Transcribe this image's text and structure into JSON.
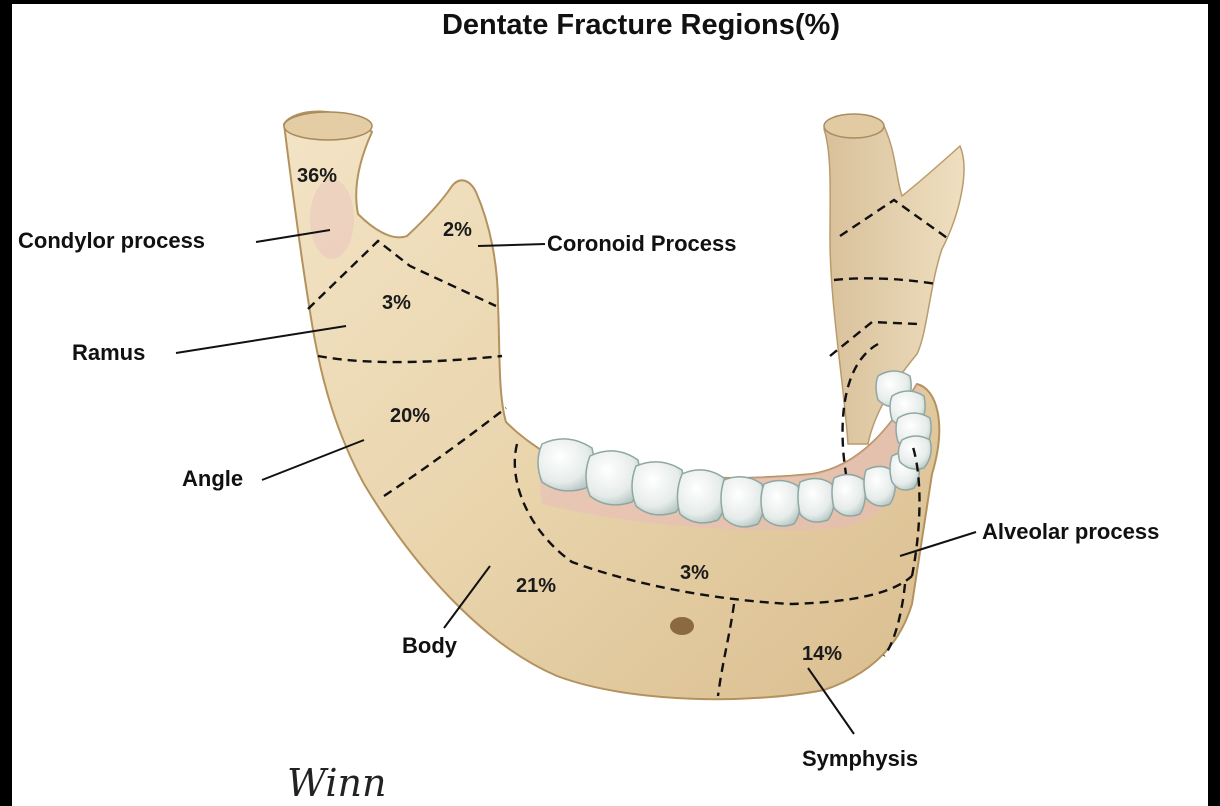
{
  "title": "Dentate Fracture Regions(%)",
  "labels": {
    "condylar": "Condylor process",
    "coronoid": "Coronoid Process",
    "ramus": "Ramus",
    "angle": "Angle",
    "body": "Body",
    "alveolar": "Alveolar process",
    "symphysis": "Symphysis"
  },
  "percentages": {
    "condylar": "36%",
    "coronoid": "2%",
    "ramus": "3%",
    "angle": "20%",
    "body": "21%",
    "alveolar": "3%",
    "symphysis": "14%"
  },
  "signature": "Winn",
  "colors": {
    "background": "#ffffff",
    "bone": "#ead6b0",
    "bone_shade": "#c9ab7c",
    "teeth": "#eef0ee",
    "gum_tint": "#e8b8c0"
  }
}
